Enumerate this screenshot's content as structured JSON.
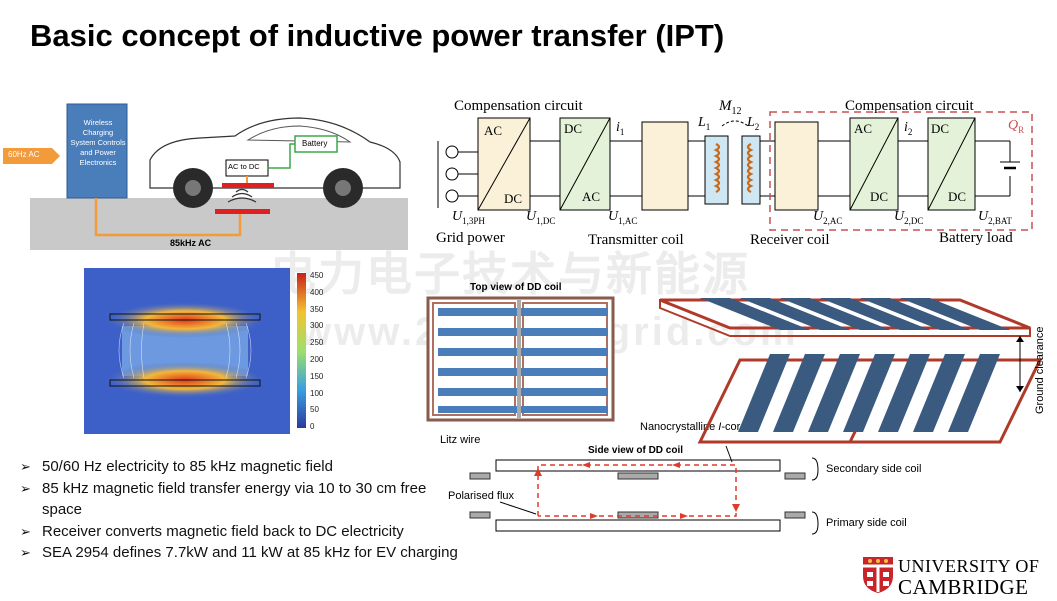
{
  "slide": {
    "title": "Basic concept of inductive power transfer (IPT)",
    "bullets": [
      "50/60 Hz electricity to 85 kHz magnetic field",
      "85 kHz magnetic field transfer energy via 10 to 30 cm free space",
      "Receiver converts magnetic field back to DC electricity",
      "SEA 2954 defines 7.7kW and 11 kW at 85 kHz for EV charging"
    ],
    "bullet_marker": "➢",
    "watermark_cn": "电力电子技术与新能源",
    "watermark_url": "www.21micro-grid.com"
  },
  "car_diagram": {
    "input_label": "60Hz AC",
    "controller_label": "Wireless Charging System Controls and Power Electronics",
    "ac_to_dc": "AC to DC",
    "battery": "Battery",
    "ground_label": "85kHz AC"
  },
  "heatmap": {
    "colorbar_ticks": [
      "450",
      "400",
      "350",
      "300",
      "250",
      "200",
      "150",
      "100",
      "50",
      "0"
    ]
  },
  "circuit": {
    "comp_left": "Compensation circuit",
    "comp_right": "Compensation circuit",
    "mutual": "M",
    "mutual_sub": "12",
    "L1": "L",
    "L1_sub": "1",
    "L2": "L",
    "L2_sub": "2",
    "i1": "i",
    "i1_sub": "1",
    "i2": "i",
    "i2_sub": "2",
    "QR": "Q",
    "QR_sub": "R",
    "ac": "AC",
    "dc": "DC",
    "U1_3PH": "U",
    "U1_3PH_sub": "1,3PH",
    "U1_DC": "U",
    "U1_DC_sub": "1,DC",
    "U1_AC": "U",
    "U1_AC_sub": "1,AC",
    "U2_AC": "U",
    "U2_AC_sub": "2,AC",
    "U2_DC": "U",
    "U2_DC_sub": "2,DC",
    "U2_BAT": "U",
    "U2_BAT_sub": "2,BAT",
    "grid_power": "Grid power",
    "transmitter_coil": "Transmitter coil",
    "receiver_coil": "Receiver coil",
    "battery_load": "Battery load"
  },
  "dd_coil": {
    "top_view": "Top view of DD coil",
    "litz_wire": "Litz wire",
    "core": "Nanocrystalline ",
    "core_italic": "I",
    "core_suffix": "-core",
    "side_view": "Side view of DD coil",
    "secondary": "Secondary side coil",
    "primary": "Primary side coil",
    "polarised_flux": "Polarised flux",
    "ground_clearance": "Ground clearance"
  },
  "logo": {
    "line1": "UNIVERSITY OF",
    "line2": "CAMBRIDGE"
  },
  "colors": {
    "orange": "#f39a3a",
    "controller_blue": "#4a7ebb",
    "red_flux": "#e23a2a",
    "green_battery": "#3aa84a",
    "crest_red": "#c8242a"
  }
}
